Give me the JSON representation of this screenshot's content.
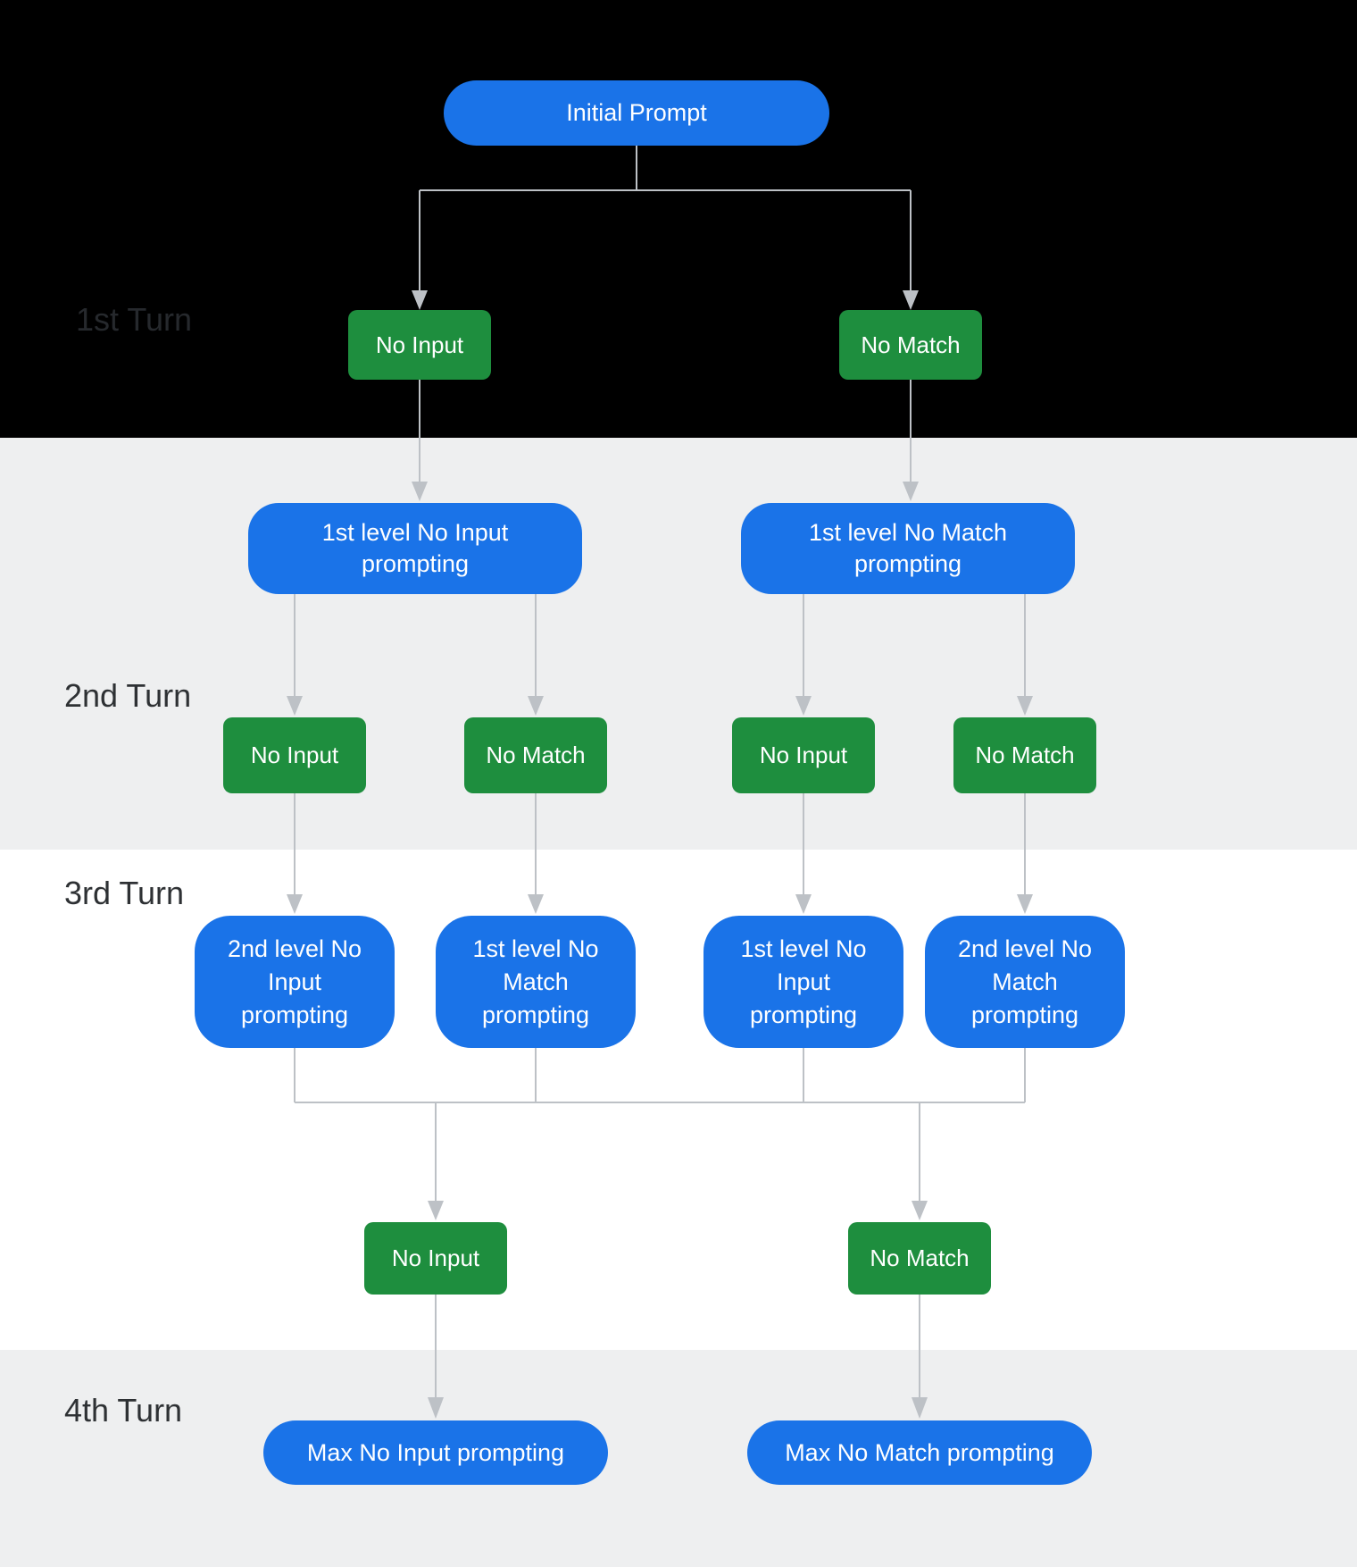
{
  "colors": {
    "blue": "#1a73e8",
    "green": "#1e8e3e",
    "line": "#bdc1c6",
    "band_black": "#000000",
    "band_gray": "#eeeff0",
    "band_white": "#ffffff",
    "label_dark": "#2e3134",
    "label_on_black": "#26292d",
    "text_on_node": "#ffffff"
  },
  "turns": {
    "t1": "1st Turn",
    "t2": "2nd Turn",
    "t3": "3rd Turn",
    "t4": "4th Turn"
  },
  "nodes": {
    "initial_prompt": "Initial Prompt",
    "t1_no_input": "No Input",
    "t1_no_match": "No Match",
    "l1_no_input": "1st level No Input\nprompting",
    "l1_no_match": "1st level No Match\nprompting",
    "t2_no_input_a": "No Input",
    "t2_no_match_a": "No Match",
    "t2_no_input_b": "No Input",
    "t2_no_match_b": "No Match",
    "l2_no_input": "2nd level No\nInput\nprompting",
    "l1b_no_match": "1st level No\nMatch\nprompting",
    "l1b_no_input": "1st level No\nInput\nprompting",
    "l2_no_match": "2nd level No\nMatch\nprompting",
    "t3_no_input": "No Input",
    "t3_no_match": "No Match",
    "max_no_input": "Max No Input prompting",
    "max_no_match": "Max No Match prompting"
  }
}
